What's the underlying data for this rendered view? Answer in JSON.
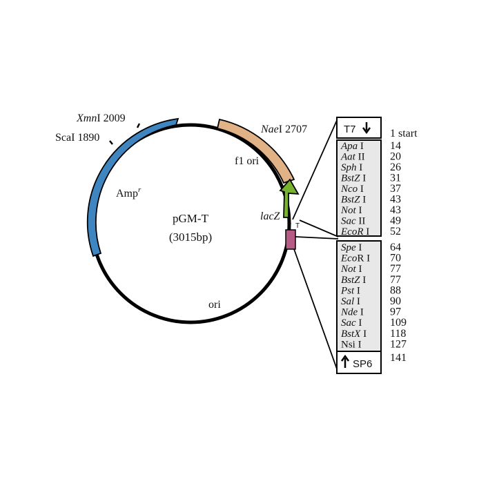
{
  "plasmid": {
    "name": "pGM-T",
    "size": "(3015bp)"
  },
  "sites": {
    "xmn_italic": "Xmn",
    "xmn_rest": "I 2009",
    "sca": "ScaI 1890",
    "nae_italic": "Nae",
    "nae_rest": "I 2707"
  },
  "features": {
    "amp_main": "Amp",
    "amp_sup": "r",
    "f1": "f1 ori",
    "lacz": "lacZ",
    "ori": "ori",
    "t_mark": "T"
  },
  "colors": {
    "amp": "#3f86c0",
    "f1": "#e2b287",
    "lacz": "#78b22e",
    "mcs": "#b65a86",
    "box_fill": "#e8e8e8"
  },
  "promoters": {
    "t7": "T7",
    "t7_pos": "1 start",
    "sp6": "SP6",
    "sp6_pos": "141"
  },
  "upper_sites": [
    {
      "it": "Apa",
      "rest": " I",
      "pos": "14"
    },
    {
      "it": "Aat",
      "rest": " II",
      "pos": "20"
    },
    {
      "it": "Sph",
      "rest": " I",
      "pos": "26"
    },
    {
      "it": "BstZ",
      "rest": " I",
      "pos": "31"
    },
    {
      "it": "Nco",
      "rest": " I",
      "pos": "37"
    },
    {
      "it": "BstZ",
      "rest": " I",
      "pos": "43"
    },
    {
      "it": "Not",
      "rest": " I",
      "pos": "43"
    },
    {
      "it": "Sac",
      "rest": " II",
      "pos": "49"
    },
    {
      "it": "EcoR",
      "rest": " I",
      "pos": "52"
    }
  ],
  "lower_sites": [
    {
      "it": "Spe",
      "rest": " I",
      "pos": "64"
    },
    {
      "it": "Eco",
      "rest": "R I",
      "pos": "70"
    },
    {
      "it": "Not",
      "rest": " I",
      "pos": "77"
    },
    {
      "it": "BstZ",
      "rest": " I",
      "pos": "77"
    },
    {
      "it": "Pst",
      "rest": " I",
      "pos": "88"
    },
    {
      "it": "Sal",
      "rest": " I",
      "pos": "90"
    },
    {
      "it": "Nde",
      "rest": " I",
      "pos": "97"
    },
    {
      "it": "Sac",
      "rest": " I",
      "pos": "109"
    },
    {
      "it": "BstX",
      "rest": " I",
      "pos": "118"
    },
    {
      "it": "",
      "rest": "Nsi I",
      "pos": "127"
    }
  ]
}
